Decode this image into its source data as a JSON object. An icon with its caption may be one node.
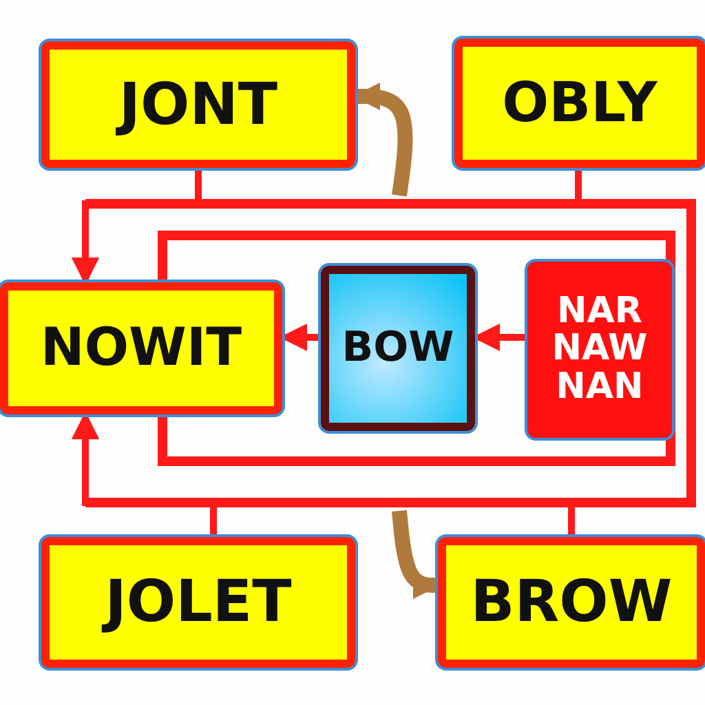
{
  "diagram": {
    "nodes": [
      {
        "text": [
          "JONT"
        ]
      },
      {
        "text": [
          "OBLY"
        ]
      },
      {
        "text": [
          "NOWIT"
        ]
      },
      {
        "text": [
          "BOW"
        ]
      },
      {
        "text": [
          "NAR NAW NAN"
        ]
      },
      {
        "text": [
          "JOLET"
        ]
      },
      {
        "text": [
          "BROW"
        ]
      }
    ],
    "edges": [
      {
        "from": 0,
        "to": 2,
        "arrow": "to"
      },
      {
        "from": 1,
        "to": 2,
        "arrow": "to"
      },
      {
        "from": 5,
        "to": 2,
        "arrow": "to"
      },
      {
        "from": 6,
        "to": 2,
        "arrow": "to"
      },
      {
        "from": 3,
        "to": 2,
        "arrow": "to"
      },
      {
        "from": 4,
        "to": 3,
        "arrow": "to"
      },
      {
        "from": null,
        "to": 0,
        "arrow": "to",
        "style": "thick",
        "color": "#b07a3c"
      },
      {
        "from": null,
        "to": 6,
        "arrow": "to",
        "style": "thick",
        "color": "#b07a3c"
      }
    ]
  }
}
